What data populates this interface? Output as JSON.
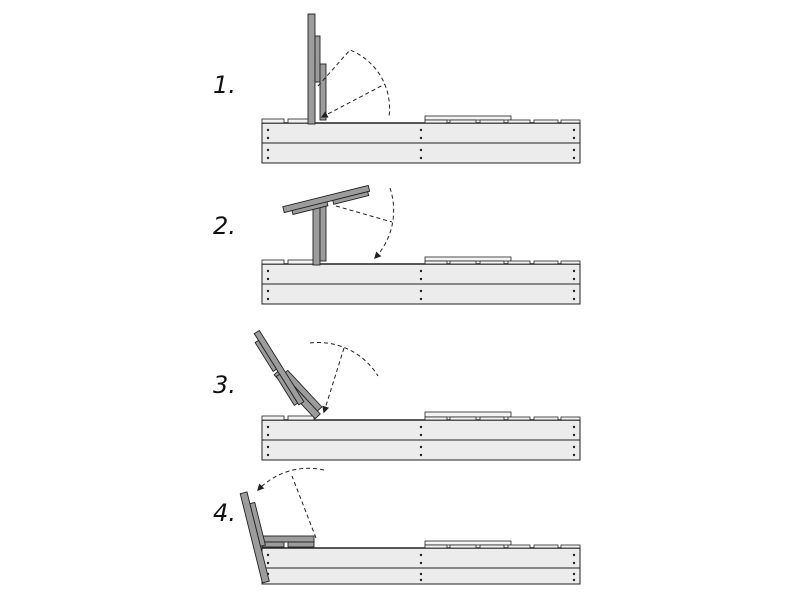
{
  "steps": [
    {
      "label": "1."
    },
    {
      "label": "2."
    },
    {
      "label": "3."
    },
    {
      "label": "4."
    }
  ],
  "colors": {
    "line": "#222222",
    "box_fill": "#ececec",
    "board_fill": "#9c9c9c",
    "dash": "#222222"
  }
}
